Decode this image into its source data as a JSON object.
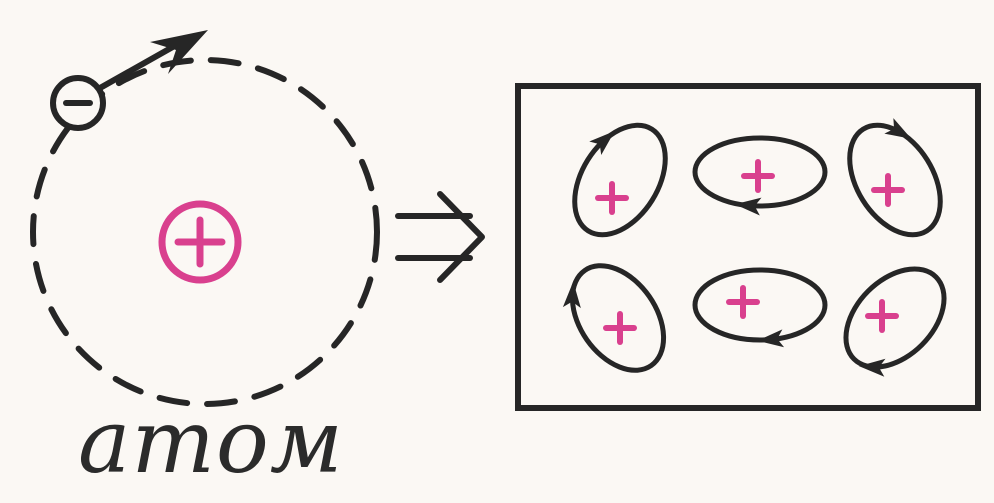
{
  "caption": "атом",
  "colors": {
    "ink": "#262626",
    "nucleus": "#d9408e",
    "background": "#fbf8f4"
  },
  "icons": {
    "electron": "minus-sign-circle",
    "nucleus": "plus-sign-circle",
    "transition": "double-arrow-right",
    "atom_dipole": "elliptical-orbit-with-arrow-and-plus"
  }
}
